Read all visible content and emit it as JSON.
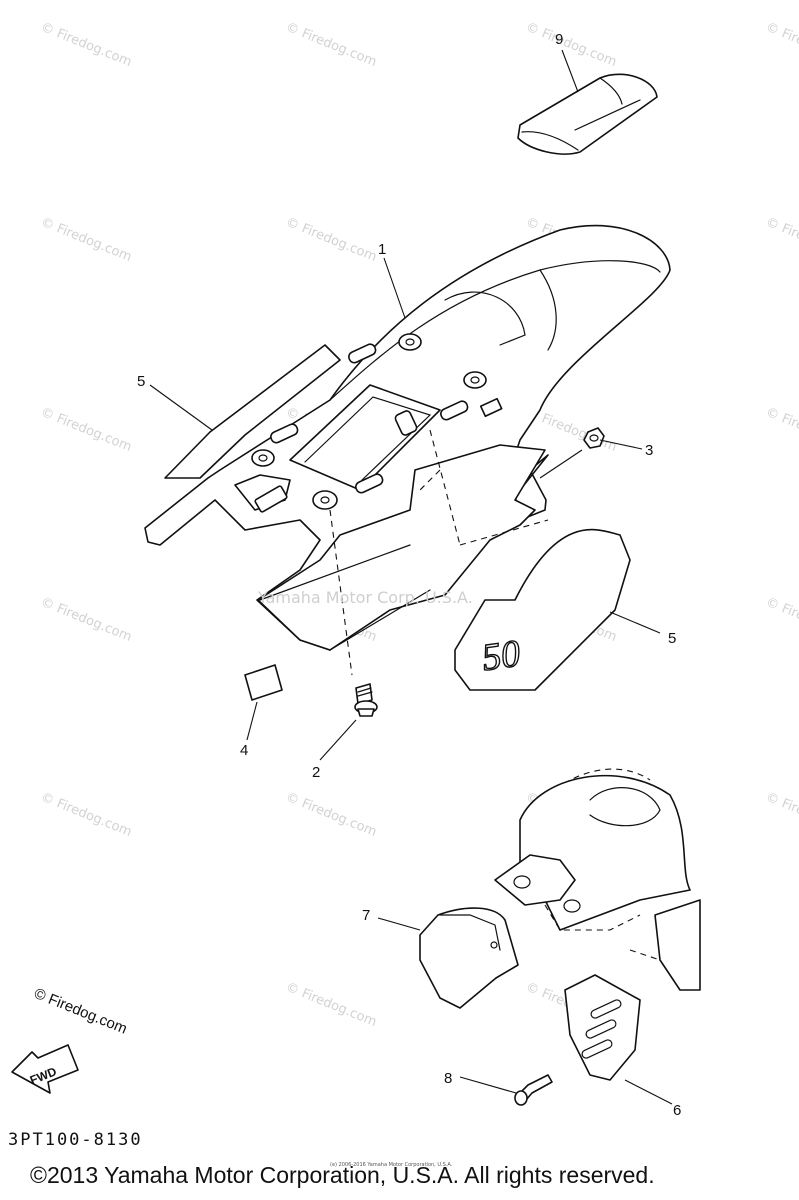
{
  "diagram": {
    "part_code": "3PT100-8130",
    "copyright": "©2013 Yamaha Motor Corporation, U.S.A. All rights reserved.",
    "tiny_credit": "(e) 2006-2016 Yamaha Motor Corporation, U.S.A.",
    "center_watermark": "Yamaha Motor Corp. U.S.A.",
    "firedog_logo": "© Firedog.com",
    "watermark_text": "© Firedog.com",
    "fwd_label": "FWD",
    "decal_text": "50",
    "callouts": [
      "1",
      "2",
      "3",
      "4",
      "5",
      "5",
      "6",
      "7",
      "8",
      "9"
    ]
  }
}
